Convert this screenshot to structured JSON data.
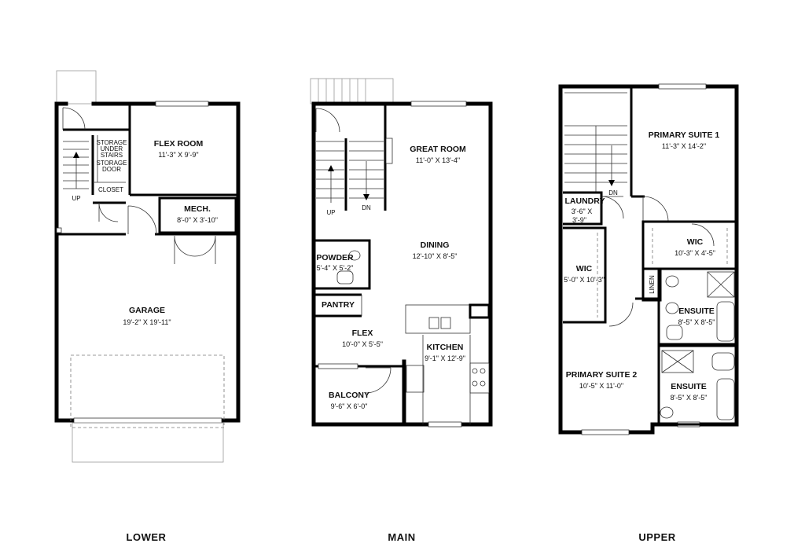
{
  "levels": {
    "lower": {
      "title": "LOWER",
      "rooms": {
        "flex_room": {
          "name": "FLEX ROOM",
          "dim": "11'-3\" X 9'-9\""
        },
        "mech": {
          "name": "MECH.",
          "dim": "8'-0\" X 3'-10\""
        },
        "garage": {
          "name": "GARAGE",
          "dim": "19'-2\" X 19'-11\""
        },
        "storage_under_stairs": {
          "line1": "STORAGE",
          "line2": "UNDER",
          "line3": "STAIRS"
        },
        "storage_door": {
          "line1": "STORAGE",
          "line2": "DOOR"
        },
        "closet": "CLOSET",
        "stair_up": "UP"
      }
    },
    "main": {
      "title": "MAIN",
      "rooms": {
        "great_room": {
          "name": "GREAT ROOM",
          "dim": "11'-0\" X 13'-4\""
        },
        "dining": {
          "name": "DINING",
          "dim": "12'-10\" X 8'-5\""
        },
        "powder": {
          "name": "POWDER",
          "dim": "5'-4\" X 5'-2\""
        },
        "pantry": "PANTRY",
        "flex": {
          "name": "FLEX",
          "dim": "10'-0\" X 5'-5\""
        },
        "kitchen": {
          "name": "KITCHEN",
          "dim": "9'-1\" X 12'-9\""
        },
        "balcony": {
          "name": "BALCONY",
          "dim": "9'-6\" X 6'-0\""
        },
        "stair_up": "UP",
        "stair_dn": "DN"
      }
    },
    "upper": {
      "title": "UPPER",
      "rooms": {
        "primary_suite_1": {
          "name": "PRIMARY SUITE 1",
          "dim": "11'-3\" X 14'-2\""
        },
        "laundry": {
          "name": "LAUNDRY",
          "dim1": "3'-6\" X",
          "dim2": "3'-9\""
        },
        "wic_1": {
          "name": "WIC",
          "dim": "10'-3\" X 4'-5\""
        },
        "wic_2": {
          "name": "WIC",
          "dim": "5'-0\" X 10'-3\""
        },
        "linen": "LINEN",
        "ensuite_1": {
          "name": "ENSUITE",
          "dim": "8'-5\" X 8'-5\""
        },
        "primary_suite_2": {
          "name": "PRIMARY SUITE 2",
          "dim": "10'-5\" X 11'-0\""
        },
        "ensuite_2": {
          "name": "ENSUITE",
          "dim": "8'-5\" X 8'-5\""
        },
        "stair_dn": "DN"
      }
    }
  }
}
